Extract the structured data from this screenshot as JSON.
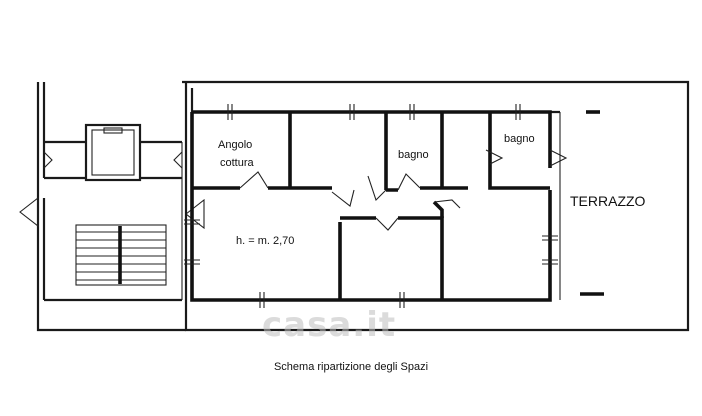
{
  "plan": {
    "rooms": {
      "kitchen_line1": "Angolo",
      "kitchen_line2": "cottura",
      "bathroom_center": "bagno",
      "bathroom_right": "bagno",
      "terrace": "TERRAZZO",
      "living_height": "h. = m. 2,70"
    },
    "caption": "Schema ripartizione degli Spazi",
    "watermark": "casa.it"
  }
}
